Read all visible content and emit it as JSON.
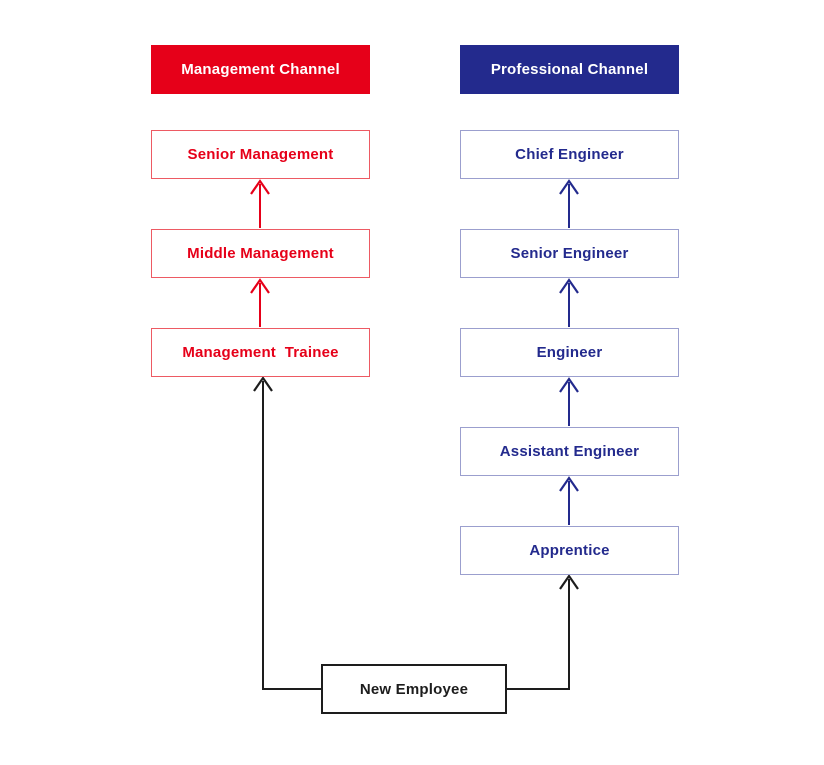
{
  "diagram": {
    "type": "dual-career-ladder-flowchart",
    "background": "#ffffff"
  },
  "colors": {
    "management_accent": "#e60019",
    "management_box_border": "#ed5a63",
    "professional_accent": "#232a8d",
    "professional_box_border": "#9b9fce",
    "entry_line": "#1d1d1d"
  },
  "management_channel": {
    "header": "Management Channel",
    "levels": [
      "Senior Management",
      "Middle Management",
      "Management  Trainee"
    ]
  },
  "professional_channel": {
    "header": "Professional Channel",
    "levels": [
      "Chief Engineer",
      "Senior Engineer",
      "Engineer",
      "Assistant Engineer",
      "Apprentice"
    ]
  },
  "entry": {
    "label": "New Employee"
  }
}
